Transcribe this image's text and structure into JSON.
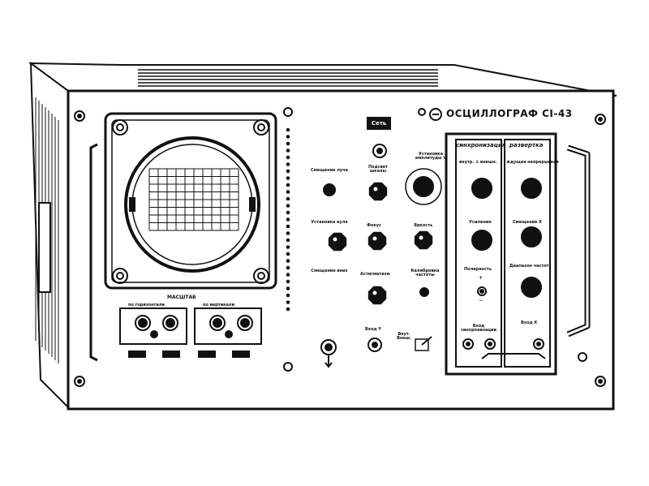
{
  "device": {
    "title": "ОСЦИЛЛОГРАФ СІ-43",
    "power_badge": "Сеть",
    "screen": {
      "grid_cols": 10,
      "grid_rows": 8
    }
  },
  "scale_panel": {
    "title": "МАСШТАБ",
    "horizontal_label": "по горизонтали",
    "vertical_label": "по вертикали"
  },
  "controls": {
    "shift_beam": "Смещение луча",
    "brightness_trim": "Подсвет шкалы",
    "amplitude_set": "Установка амплитуды V",
    "zero_set": "Установка нуля",
    "focus": "Фокус",
    "brightness": "Яркость",
    "shift_y": "Смещение вниз",
    "astigmatism": "Астигматизм",
    "calibration": "Калибровка частоты",
    "input_y": "Вход Y",
    "toggle_labels": "Внут. Внеш."
  },
  "sync_panel": {
    "title": "синхронизация",
    "mode": "внутр. ± внешн.",
    "gain": "Усиление",
    "polarity": "Полярность",
    "plus": "+",
    "minus": "−",
    "input": "Вход синхронизации"
  },
  "sweep_panel": {
    "title": "развертка",
    "mode": "ждущая  непрерывная",
    "shift_x": "Смещение X",
    "frequency": "Диапазон частот",
    "input_x": "Вход X"
  }
}
